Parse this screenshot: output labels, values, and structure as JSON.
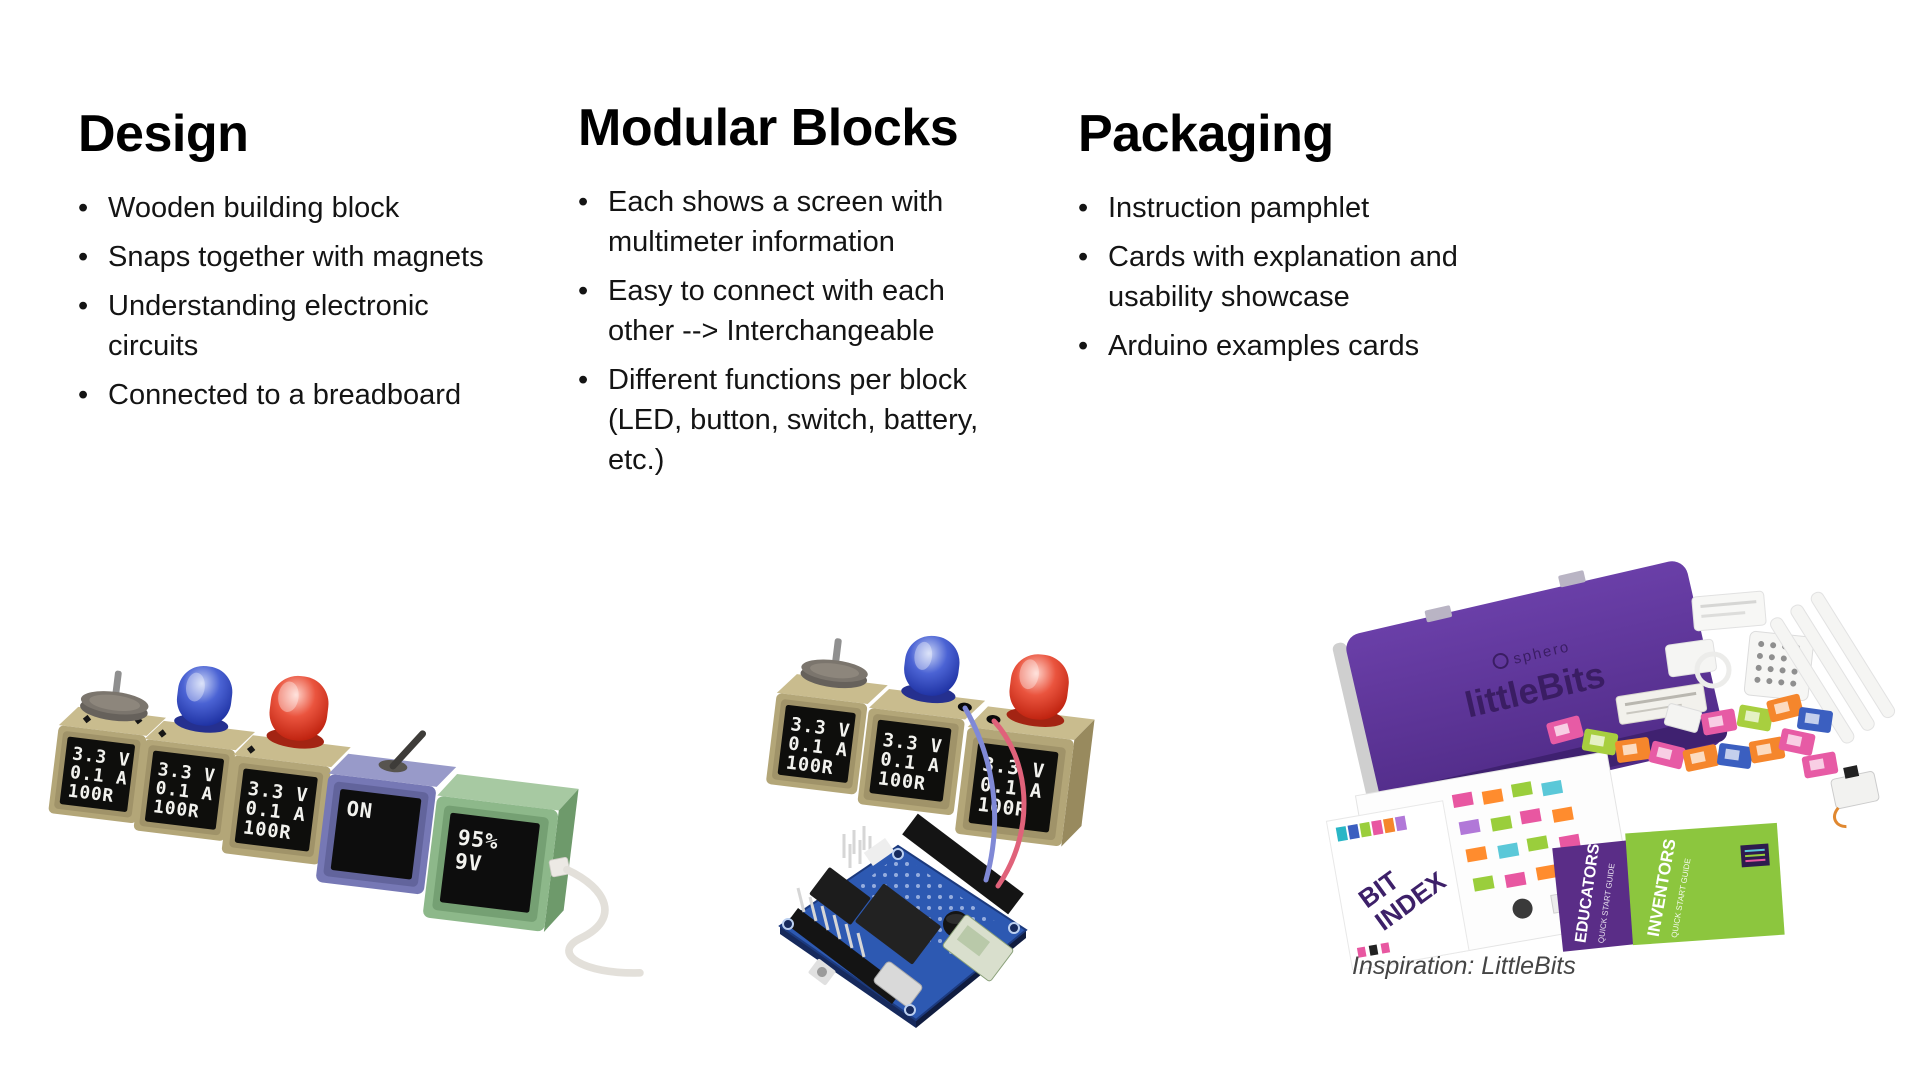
{
  "slide": {
    "background": "#ffffff"
  },
  "columns": [
    {
      "title": "Design",
      "bullets": [
        "Wooden building block",
        "Snaps together with magnets",
        "Understanding electronic circuits",
        "Connected to a breadboard"
      ]
    },
    {
      "title": "Modular Blocks",
      "bullets": [
        "Each shows a screen with multimeter information",
        "Easy to connect with each other --> Interchangeable",
        "Different functions per block (LED, button, switch, battery, etc.)"
      ]
    },
    {
      "title": "Packaging",
      "bullets": [
        "Instruction pamphlet",
        "Cards with explanation and usability showcase",
        "Arduino examples cards"
      ]
    }
  ],
  "blocks_art": {
    "screen": {
      "line1": "3.3 V",
      "line2": "0.1 A",
      "line3": "100R"
    },
    "switch_screen": "ON",
    "battery_screen": {
      "line1": "95%",
      "line2": "9V"
    }
  },
  "arduino_art": {
    "screen": {
      "line1": "3.3 V",
      "line2": "0.1 A",
      "line3": "100R"
    }
  },
  "packaging_art": {
    "brand_top": "sphero",
    "brand": "littleBits",
    "pamphlet_line1": "BIT",
    "pamphlet_line2": "INDEX",
    "booklet1_title": "EDUCATORS",
    "booklet1_sub": "QUICK START GUIDE",
    "booklet2_title": "INVENTORS",
    "booklet2_sub": "QUICK START GUIDE",
    "caption": "Inspiration: LittleBits"
  },
  "colors": {
    "block_tan": "#b3a678",
    "block_purple": "#7678b5",
    "block_green": "#8db88a",
    "led_blue": "#2a3fb8",
    "led_red": "#d62e1a",
    "pcb_blue": "#2d59b2",
    "case_purple": "#5a3394",
    "booklet_purple": "#5a2d87",
    "booklet_green": "#8cc63e"
  }
}
